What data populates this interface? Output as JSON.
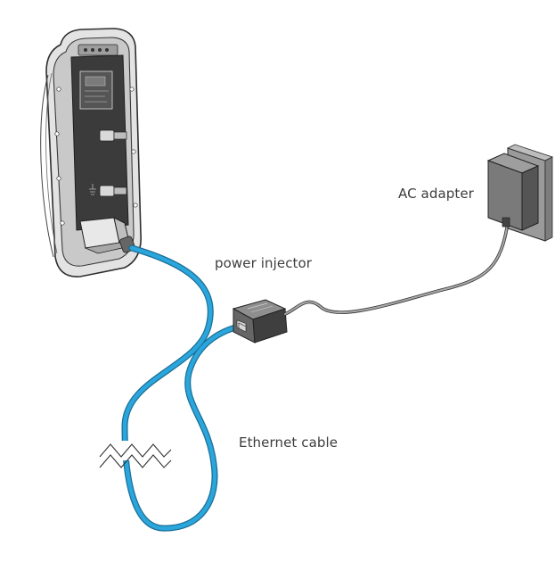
{
  "labels": {
    "ac_adapter": "AC adapter",
    "power_injector": "power injector",
    "ethernet_cable": "Ethernet cable"
  },
  "colors": {
    "ethernet_cable": "#2aa6dc",
    "power_cord": "#8a8a8a",
    "device_body": "#3d3d3d",
    "device_frame": "#d6d6d6",
    "adapter_body": "#6f6f6f",
    "injector_body": "#5a5a5a"
  }
}
